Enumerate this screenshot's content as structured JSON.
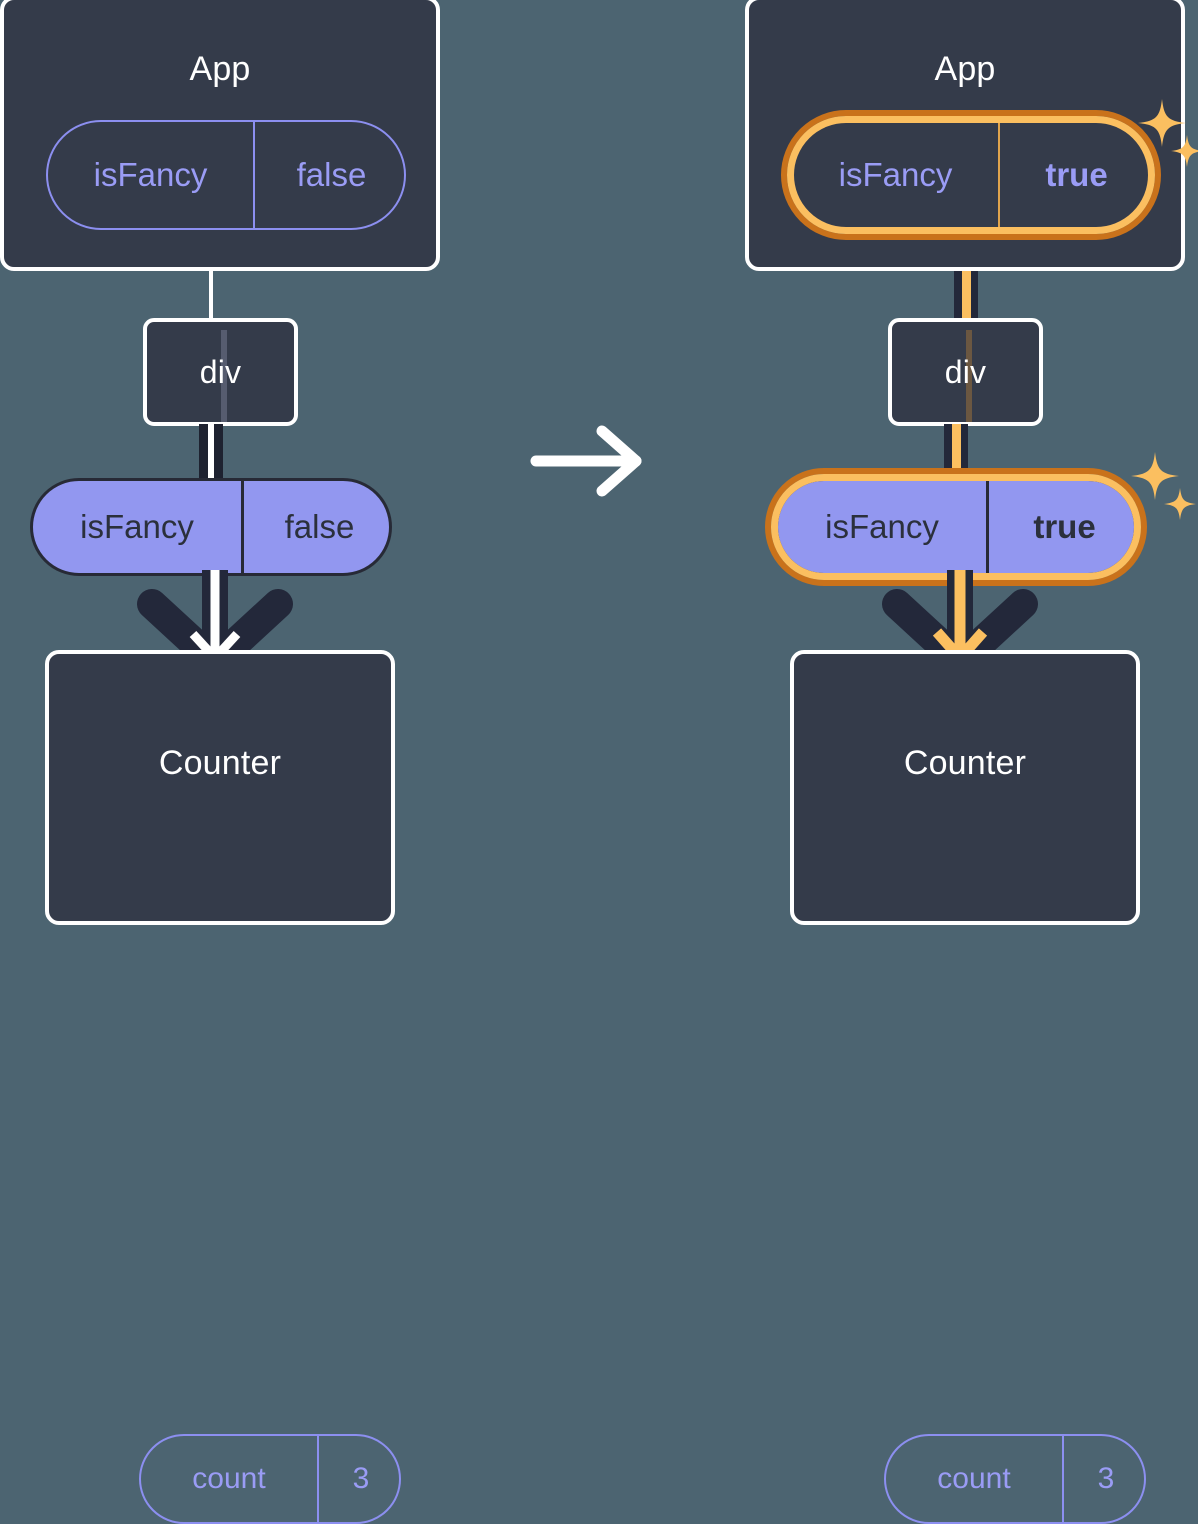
{
  "diagram": {
    "title_hidden": "",
    "colors": {
      "background": "#4c6471",
      "card_bg": "#343b4a",
      "card_border": "#ffffff",
      "pill_purple": "#9297f0",
      "pill_outline": "#8c8ff0",
      "highlight_outer": "#c9721b",
      "highlight_inner": "#fbbf60",
      "sparkle": "#fbbf60",
      "connector_dark": "#1e2230",
      "text_light": "#ffffff",
      "text_purple": "#9a9cf5",
      "text_dark": "#2b303c"
    },
    "transition_icon": "arrow-right-icon",
    "sparkle_icon": "sparkles-icon"
  },
  "left": {
    "app": {
      "title": "App",
      "prop": {
        "key": "isFancy",
        "value": "false"
      }
    },
    "div": {
      "title": "div"
    },
    "state": {
      "key": "isFancy",
      "value": "false"
    },
    "counter": {
      "title": "Counter",
      "prop": {
        "key": "count",
        "value": "3"
      }
    }
  },
  "right": {
    "app": {
      "title": "App",
      "prop": {
        "key": "isFancy",
        "value": "true"
      }
    },
    "div": {
      "title": "div"
    },
    "state": {
      "key": "isFancy",
      "value": "true"
    },
    "counter": {
      "title": "Counter",
      "prop": {
        "key": "count",
        "value": "3"
      }
    }
  }
}
